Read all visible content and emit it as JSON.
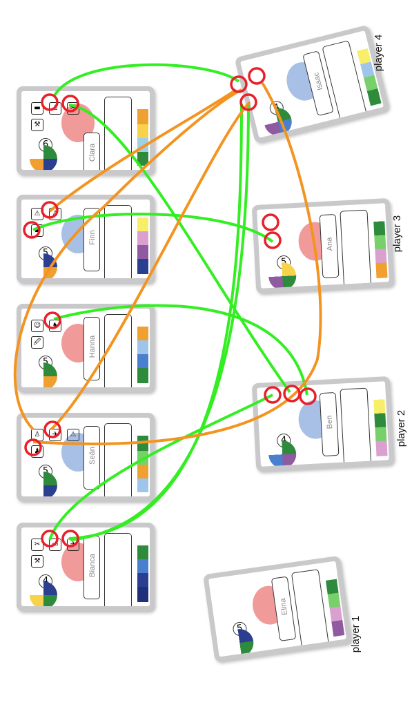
{
  "colors": {
    "green_link": "#33ee22",
    "orange_link": "#f39421",
    "highlight_ring": "#e8202a",
    "card_frame": "#c9c9cb",
    "portrait_pink": "#f09a9a",
    "portrait_blue": "#a8c0e6"
  },
  "players": [
    {
      "label": "player 1"
    },
    {
      "label": "player 2"
    },
    {
      "label": "player 3"
    },
    {
      "label": "player 4"
    }
  ],
  "cards": [
    {
      "name": "Clara",
      "level": "6",
      "portrait": "pink"
    },
    {
      "name": "Finn",
      "level": "5",
      "portrait": "blue"
    },
    {
      "name": "Hanna",
      "level": "5",
      "portrait": "pink"
    },
    {
      "name": "Seán",
      "level": "5",
      "portrait": "blue"
    },
    {
      "name": "Bianca",
      "level": "4",
      "portrait": "pink"
    },
    {
      "name": "Isaac",
      "level": "4",
      "portrait": "blue"
    },
    {
      "name": "Ana",
      "level": "5",
      "portrait": "pink"
    },
    {
      "name": "Ben",
      "level": "4",
      "portrait": "blue"
    },
    {
      "name": "Elina",
      "level": "5",
      "portrait": "pink"
    }
  ]
}
